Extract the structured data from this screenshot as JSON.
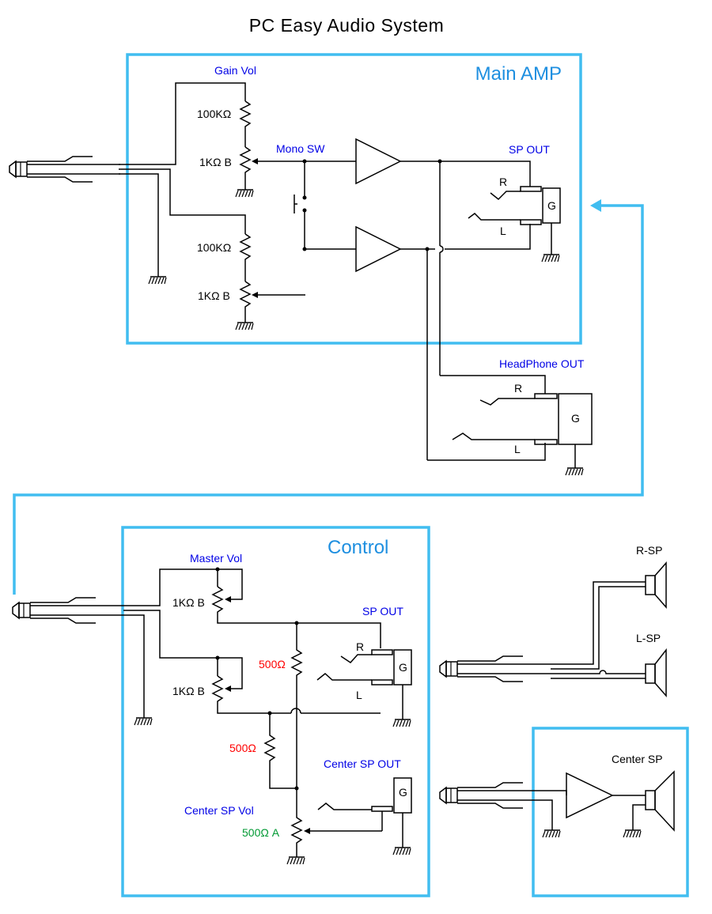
{
  "title": "PC Easy Audio System",
  "colors": {
    "box": "#41bdf0",
    "section_title": "#1e8fe0",
    "block_label": "#0000e6",
    "resistor_red": "#ff0000",
    "resistor_green": "#009933",
    "wire": "#000000"
  },
  "main_amp": {
    "title": "Main AMP",
    "gain_vol": "Gain Vol",
    "mono_sw": "Mono SW",
    "sp_out": "SP OUT",
    "r1": "100KΩ",
    "r2": "1KΩ B",
    "r3": "100KΩ",
    "r4": "1KΩ B",
    "jack_r": "R",
    "jack_l": "L",
    "jack_g": "G"
  },
  "headphone": {
    "title": "HeadPhone OUT",
    "r": "R",
    "l": "L",
    "g": "G"
  },
  "control": {
    "title": "Control",
    "master_vol": "Master Vol",
    "sp_out": "SP OUT",
    "center_sp_out": "Center SP OUT",
    "center_sp_vol": "Center SP Vol",
    "pot1": "1KΩ B",
    "pot2": "1KΩ B",
    "res1": "500Ω",
    "res2": "500Ω",
    "pot_center": "500Ω A",
    "jack_r": "R",
    "jack_l": "L",
    "jack_g": "G",
    "center_g": "G"
  },
  "speakers": {
    "r_sp": "R-SP",
    "l_sp": "L-SP",
    "center_sp": "Center SP"
  }
}
